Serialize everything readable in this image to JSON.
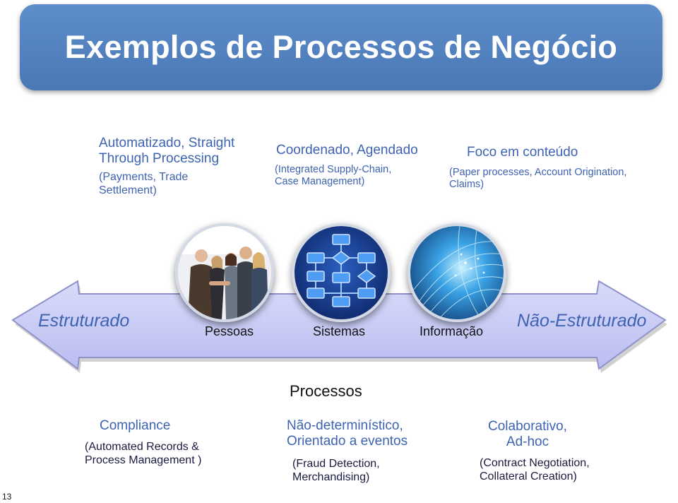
{
  "title": "Exemplos de Processos de Negócio",
  "top_columns": [
    {
      "heading": "Automatizado, Straight Through Processing",
      "detail": "(Payments, Trade Settlement)"
    },
    {
      "heading": "Coordenado, Agendado",
      "detail": "(Integrated Supply-Chain, Case Management)"
    },
    {
      "heading": "Foco em conteúdo",
      "detail": "(Paper processes, Account Origination, Claims)"
    }
  ],
  "axis": {
    "left_label": "Estruturado",
    "right_label": "Não-Estruturado",
    "mid_labels": [
      "Pessoas",
      "Sistemas",
      "Informação"
    ],
    "caption": "Processos"
  },
  "icons": [
    "people-meeting-photo",
    "flowchart-photo",
    "data-globe-photo"
  ],
  "bottom_columns": [
    {
      "heading": "Compliance",
      "detail": "(Automated Records & Process Management )"
    },
    {
      "heading": "Não-determinístico, Orientado a eventos",
      "detail": "(Fraud Detection, Merchandising)"
    },
    {
      "heading": "Colaborativo, Ad-hoc",
      "detail": "(Contract Negotiation, Collateral Creation)"
    }
  ],
  "slide_number": "13",
  "colors": {
    "title_bg": "#527fc0",
    "accent_text": "#3e63b2",
    "arrow_fill": "#c6c9f4"
  }
}
